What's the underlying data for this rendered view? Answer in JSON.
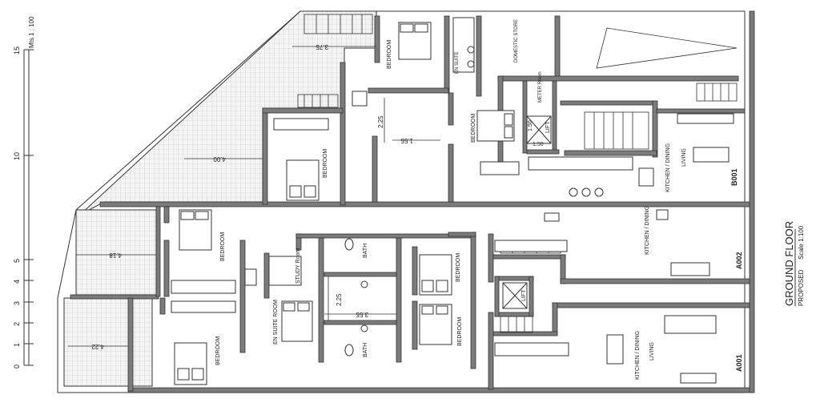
{
  "scale_bar": {
    "caption": "Mts 1 : 100",
    "ticks": [
      "15",
      "10",
      "5",
      "4",
      "3",
      "2",
      "1",
      "0"
    ]
  },
  "title": {
    "main": "GROUND FLOOR",
    "proposed": "PROPOSED",
    "scale": "Scale 1:100"
  },
  "units": {
    "b001": "B001",
    "a002": "A002",
    "a001": "A001"
  },
  "rooms": {
    "bedroom": "BEDROOM",
    "en_suite": "EN SUITE",
    "domestic_store": "DOMESTIC STORE",
    "meter_room": "METER Room",
    "lift": "LIFT",
    "kitchen_dining": "KITCHEN / DINING",
    "living": "LIVING",
    "bath": "BATH",
    "study": "STUDY Room",
    "ensuite_room": "EN SUITE ROOM"
  },
  "dimensions": {
    "d375": "3.75",
    "d400": "4.00",
    "d418": "4.18",
    "d422": "4.22",
    "d225": "2.25",
    "d355": "3.55",
    "d155": "1.55",
    "d150a": "1.50",
    "d150b": "1.50"
  }
}
